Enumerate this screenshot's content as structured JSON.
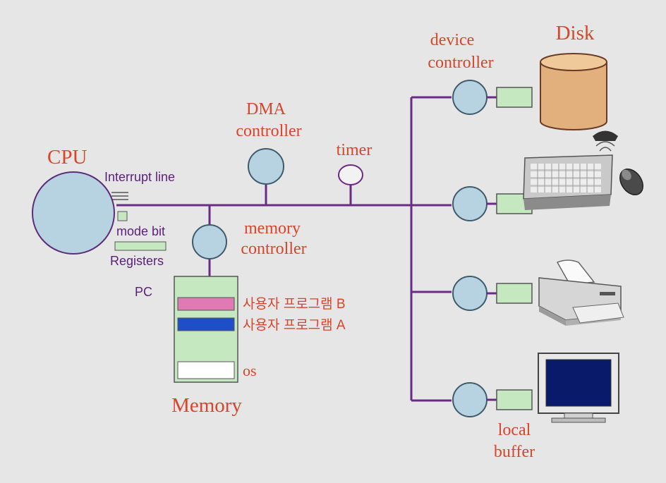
{
  "labels": {
    "cpu": "CPU",
    "interrupt_line": "Interrupt line",
    "mode_bit": "mode bit",
    "registers": "Registers",
    "pc": "PC",
    "dma_line1": "DMA",
    "dma_line2": "controller",
    "timer": "timer",
    "memctl_line1": "memory",
    "memctl_line2": "controller",
    "memory": "Memory",
    "program_b": "사용자 프로그램 B",
    "program_a": "사용자 프로그램 A",
    "os": "os",
    "device_controller_line1": "device",
    "device_controller_line2": "controller",
    "disk": "Disk",
    "local_buffer_line1": "local",
    "local_buffer_line2": "buffer"
  },
  "colors": {
    "background": "#e6e6e6",
    "bus": "#6b2a86",
    "circle_fill": "#b7d3e1",
    "circle_stroke": "#3f5b6c",
    "buffer_fill": "#c5e8c0",
    "label_red": "#d9442a",
    "label_purple": "#5a1f7a",
    "program_b": "#e07ab5",
    "program_a": "#1f4fc8",
    "disk_body": "#e2b07c"
  },
  "icons": [
    "disk-icon",
    "keyboard-icon",
    "mouse-icon",
    "printer-icon",
    "monitor-icon"
  ]
}
